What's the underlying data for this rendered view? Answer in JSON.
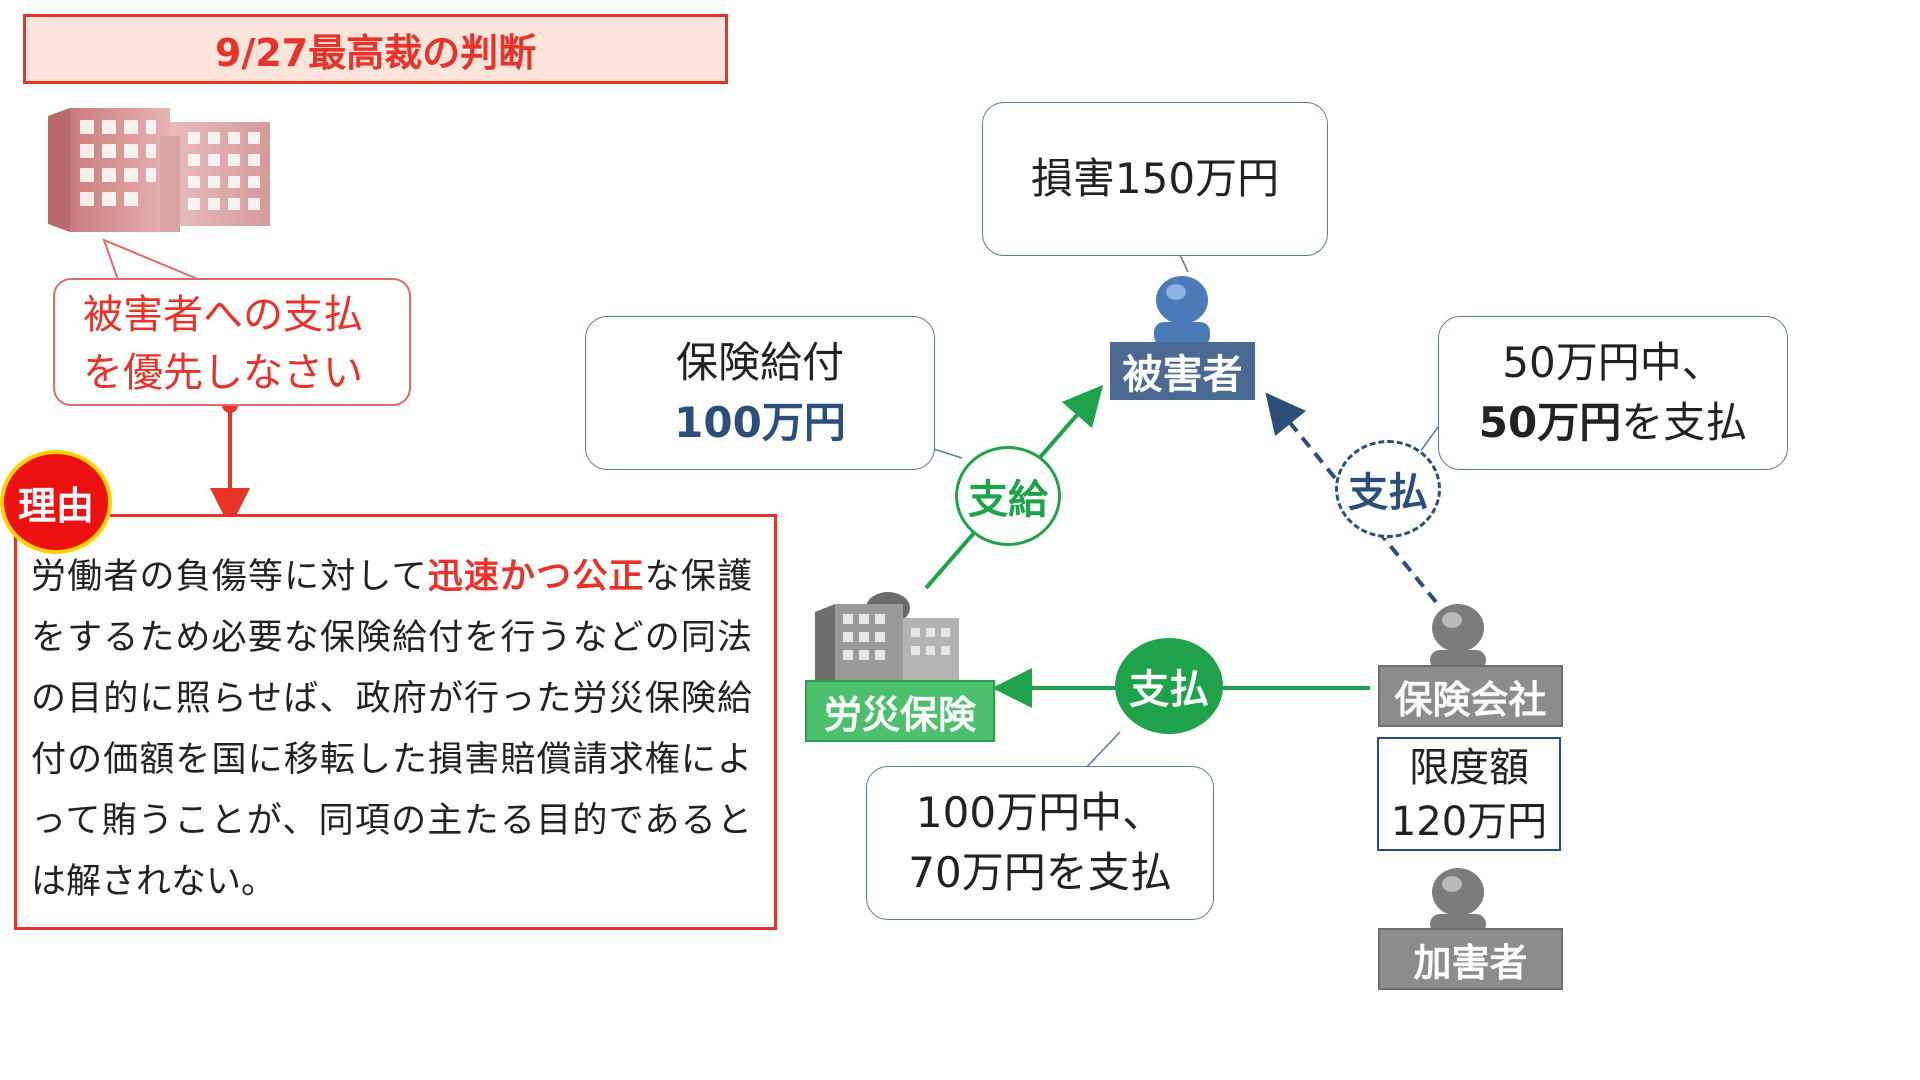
{
  "title": "9/27最高裁の判断",
  "court_bubble": {
    "line1": "被害者への支払",
    "line2": "を優先しなさい"
  },
  "reason": {
    "badge": "理由",
    "text_before": "労働者の負傷等に対して",
    "highlight": "迅速かつ公正",
    "text_after": "な保護をするため必要な保険給付を行うなどの同法の目的に照らせば、政府が行った労災保険給付の価額を国に移転した損害賠償請求権によって賄うことが、同項の主たる目的であるとは解されない。"
  },
  "diagram": {
    "damage": "損害150万円",
    "victim": "被害者",
    "rosai": "労災保険",
    "insurer": "保険会社",
    "attacker": "加害者",
    "limit_line1": "限度額",
    "limit_line2": "120万円",
    "benefit_line1": "保険給付",
    "benefit_line2": "100万円",
    "insurer_to_victim_line1": "50万円中、",
    "insurer_to_victim_bold": "50万円",
    "insurer_to_victim_rest": "を支払",
    "insurer_to_rosai_line1": "100万円中、",
    "insurer_to_rosai_line2": "70万円を支払",
    "circle_shikyu": "支給",
    "circle_shiharai_victim": "支払",
    "circle_shiharai_rosai": "支払"
  },
  "colors": {
    "red": "#e8322a",
    "green": "#1ea34a",
    "navy": "#2b4f7a",
    "gray": "#8c8c8c"
  }
}
